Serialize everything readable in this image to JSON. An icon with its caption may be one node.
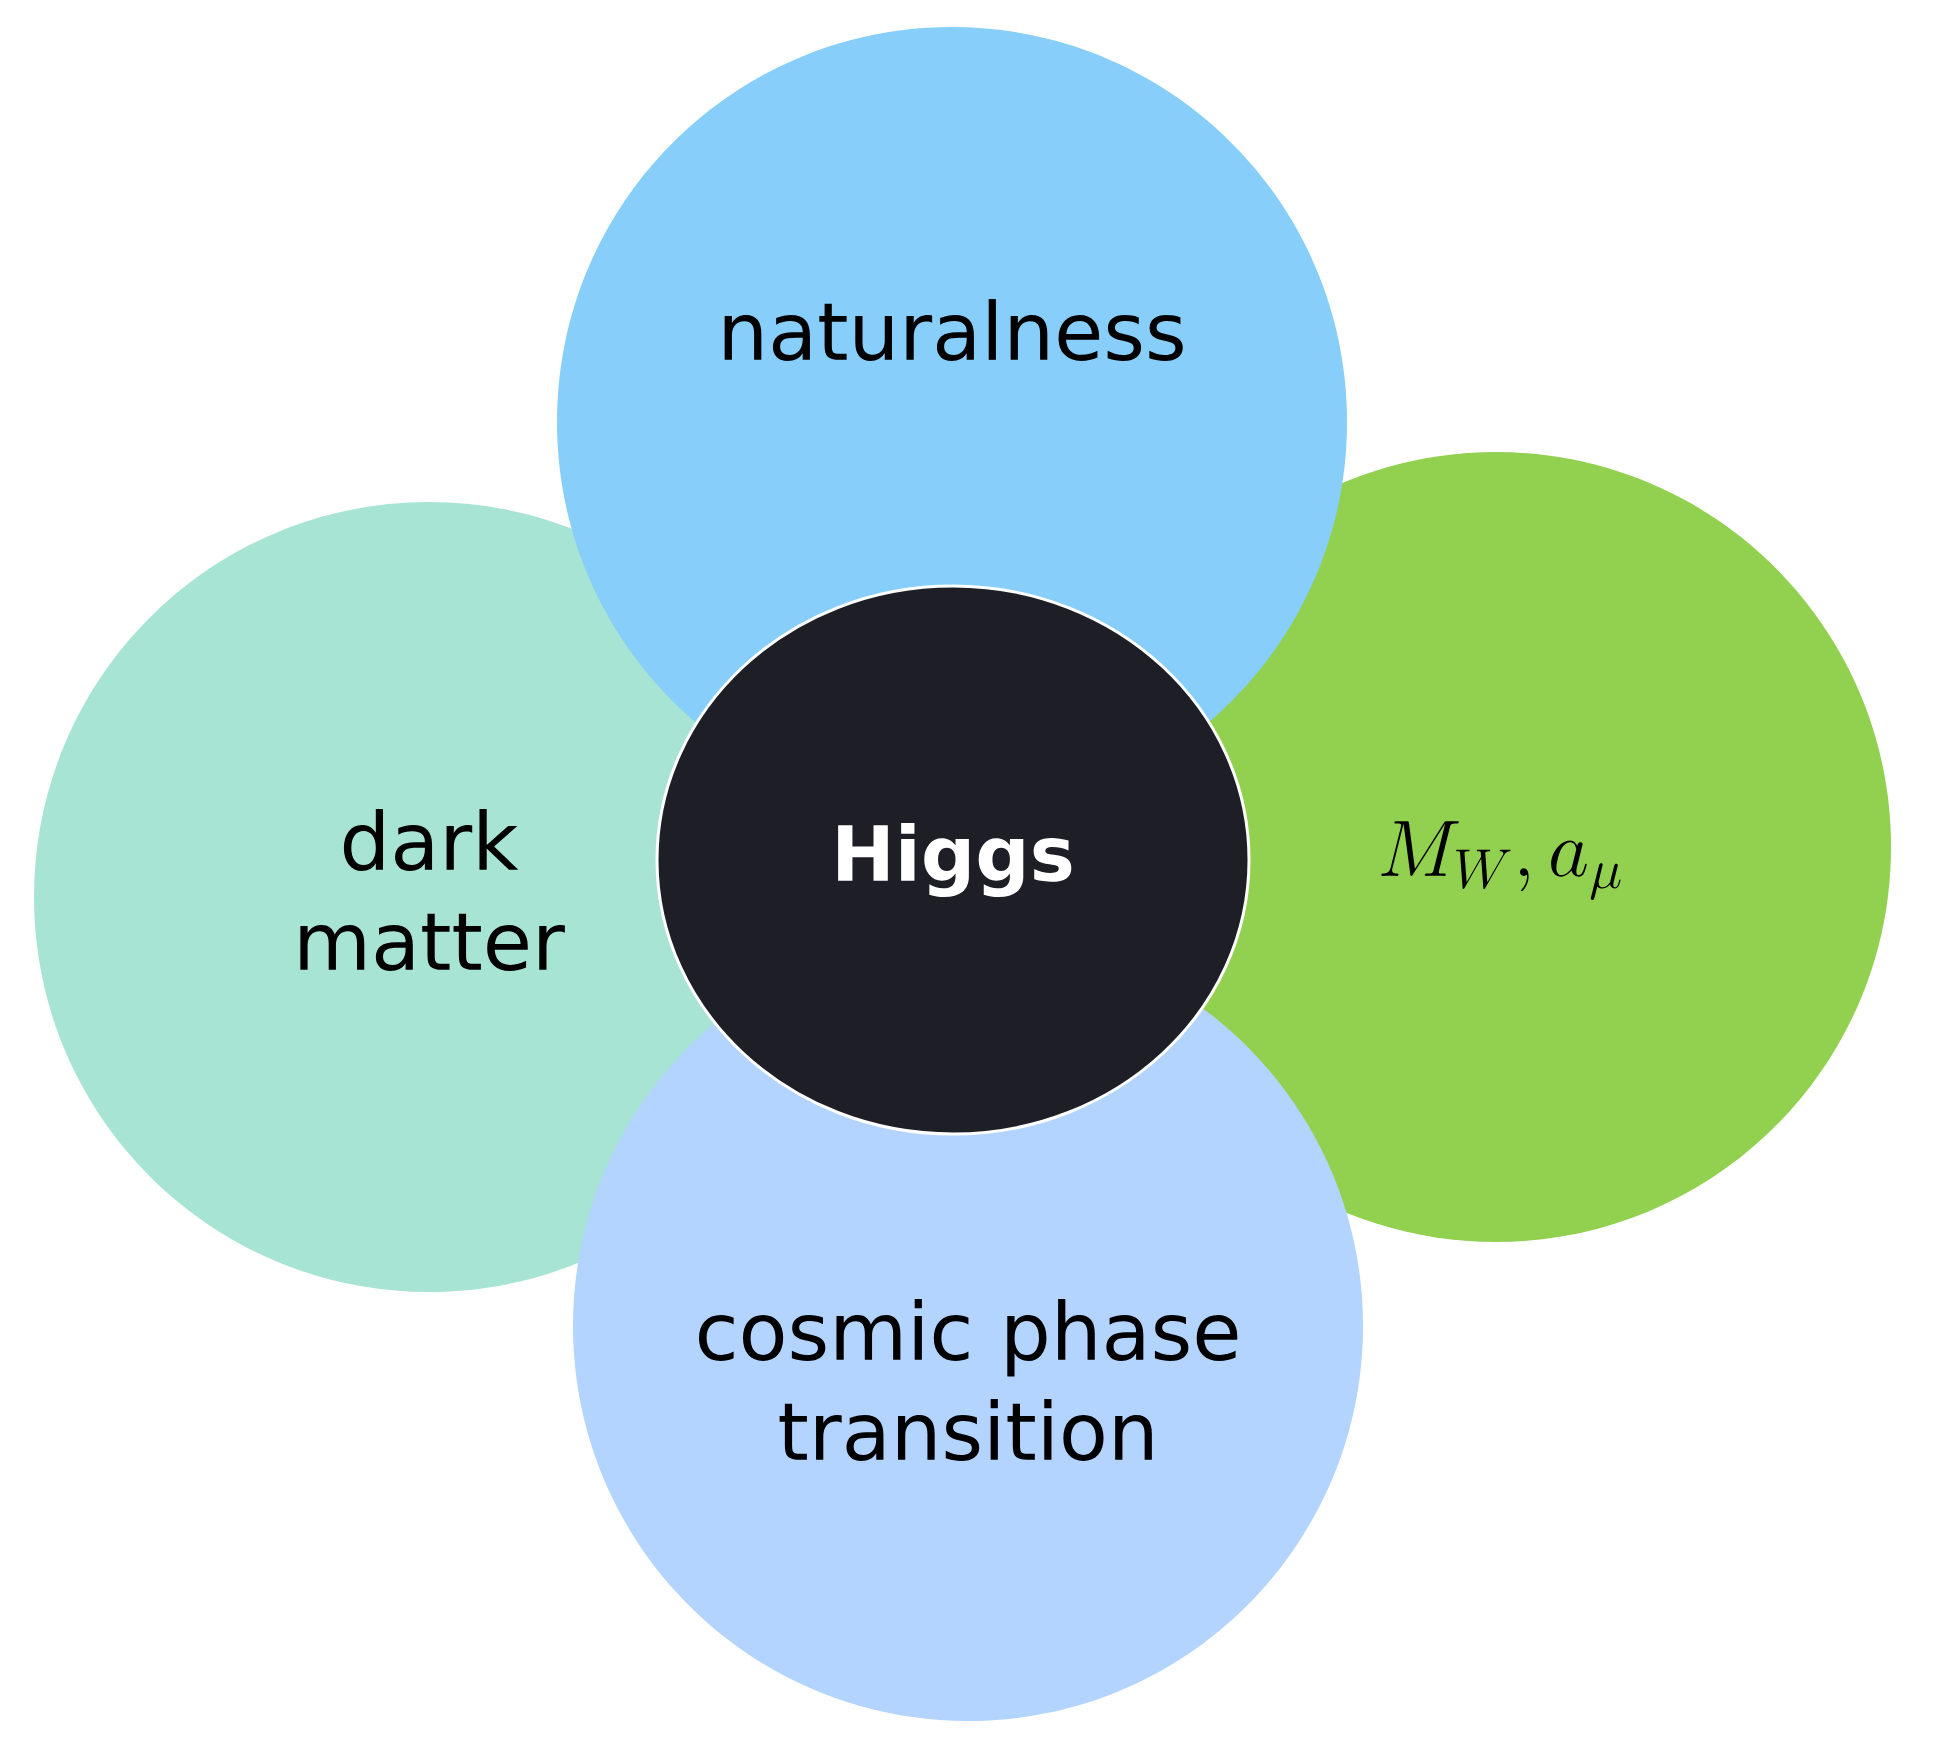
{
  "diagram": {
    "nodes": [
      {
        "text": [
          "naturalness"
        ]
      },
      {
        "text": [
          "dark matter"
        ]
      },
      {
        "text": [
          "Higgs"
        ]
      },
      {
        "text": [
          "M_W, a_\\mu"
        ]
      },
      {
        "text": [
          "cosmic phase transition"
        ]
      }
    ]
  }
}
